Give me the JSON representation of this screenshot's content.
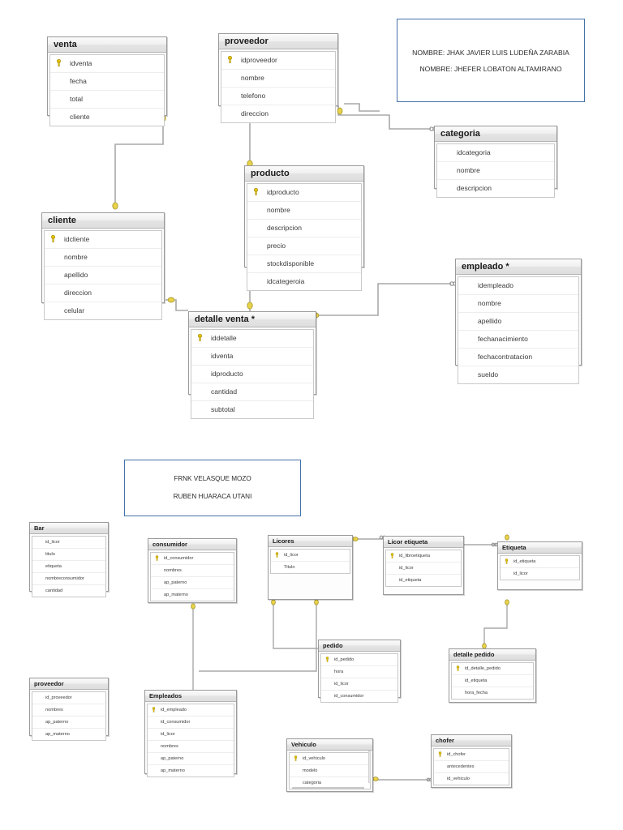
{
  "document": {
    "title": "Diagramas Entidad-Relacion",
    "page_background": "#ffffff",
    "accent_key_color": "#d9b300",
    "namebox_border_color": "#4472a8",
    "table_border_color": "#9a9a9a",
    "header_gradient_color": "#e4e4e4"
  },
  "diagram_top": {
    "name": "diagrama-ventas",
    "notes": [
      {
        "name": "nota-integrantes-1",
        "lines": [
          "NOMBRE: JHAK JAVIER LUIS LUDEÑA ZARABIA",
          "NOMBRE: JHEFER LOBATON ALTAMIRANO"
        ]
      }
    ],
    "tables": [
      {
        "name": "venta",
        "title": "venta",
        "fields": [
          {
            "label": "idventa",
            "primary_key": true
          },
          {
            "label": "fecha",
            "primary_key": false
          },
          {
            "label": "total",
            "primary_key": false
          },
          {
            "label": "cliente",
            "primary_key": false
          }
        ]
      },
      {
        "name": "proveedor",
        "title": "proveedor",
        "fields": [
          {
            "label": "idproveedor",
            "primary_key": true
          },
          {
            "label": "nombre",
            "primary_key": false
          },
          {
            "label": "telefono",
            "primary_key": false
          },
          {
            "label": "direccion",
            "primary_key": false
          }
        ]
      },
      {
        "name": "categoria",
        "title": "categoria",
        "fields": [
          {
            "label": "idcategoria",
            "primary_key": false
          },
          {
            "label": "nombre",
            "primary_key": false
          },
          {
            "label": "descripcion",
            "primary_key": false
          }
        ]
      },
      {
        "name": "producto",
        "title": "producto",
        "fields": [
          {
            "label": "idproducto",
            "primary_key": true
          },
          {
            "label": "nombre",
            "primary_key": false
          },
          {
            "label": "descripcion",
            "primary_key": false
          },
          {
            "label": "precio",
            "primary_key": false
          },
          {
            "label": "stockdisponible",
            "primary_key": false
          },
          {
            "label": "idcategeroia",
            "primary_key": false
          }
        ]
      },
      {
        "name": "cliente",
        "title": "cliente",
        "fields": [
          {
            "label": "idcliente",
            "primary_key": true
          },
          {
            "label": "nombre",
            "primary_key": false
          },
          {
            "label": "apellido",
            "primary_key": false
          },
          {
            "label": "direccion",
            "primary_key": false
          },
          {
            "label": "celular",
            "primary_key": false
          }
        ]
      },
      {
        "name": "detalle-venta",
        "title": "detalle venta *",
        "fields": [
          {
            "label": "iddetalle",
            "primary_key": true
          },
          {
            "label": "idventa",
            "primary_key": false
          },
          {
            "label": "idproducto",
            "primary_key": false
          },
          {
            "label": "cantidad",
            "primary_key": false
          },
          {
            "label": "subtotal",
            "primary_key": false
          }
        ]
      },
      {
        "name": "empleado",
        "title": "empleado *",
        "fields": [
          {
            "label": "idempleado",
            "primary_key": false
          },
          {
            "label": "nombre",
            "primary_key": false
          },
          {
            "label": "apellido",
            "primary_key": false
          },
          {
            "label": "fechanacimiento",
            "primary_key": false
          },
          {
            "label": "fechacontratacion",
            "primary_key": false
          },
          {
            "label": "sueldo",
            "primary_key": false
          }
        ]
      }
    ]
  },
  "diagram_bottom": {
    "name": "diagrama-bar",
    "notes": [
      {
        "name": "nota-integrantes-2",
        "lines": [
          "FRNK VELASQUE MOZO",
          "RUBEN HUARACA UTANI"
        ]
      }
    ],
    "tables": [
      {
        "name": "bar",
        "title": "Bar",
        "fields": [
          {
            "label": "id_licor",
            "primary_key": false
          },
          {
            "label": "titulo",
            "primary_key": false
          },
          {
            "label": "etiqueta",
            "primary_key": false
          },
          {
            "label": "nombreconsumidor",
            "primary_key": false
          },
          {
            "label": "cantidad",
            "primary_key": false
          }
        ]
      },
      {
        "name": "consumidor",
        "title": "consumidor",
        "fields": [
          {
            "label": "id_consumidor",
            "primary_key": true
          },
          {
            "label": "nombres",
            "primary_key": false
          },
          {
            "label": "ap_paterno",
            "primary_key": false
          },
          {
            "label": "ap_materno",
            "primary_key": false
          }
        ]
      },
      {
        "name": "licores",
        "title": "Licores",
        "fields": [
          {
            "label": "id_licor",
            "primary_key": true
          },
          {
            "label": "Titulo",
            "primary_key": false
          }
        ]
      },
      {
        "name": "licor-etiqueta",
        "title": "Licor etiqueta",
        "fields": [
          {
            "label": "id_libroetiqueta",
            "primary_key": true
          },
          {
            "label": "id_licor",
            "primary_key": false
          },
          {
            "label": "id_etiqueta",
            "primary_key": false
          }
        ]
      },
      {
        "name": "etiqueta",
        "title": "Etiqueta",
        "fields": [
          {
            "label": "id_etiqueta",
            "primary_key": true
          },
          {
            "label": "id_licor",
            "primary_key": false
          }
        ]
      },
      {
        "name": "pedido",
        "title": "pedido",
        "fields": [
          {
            "label": "id_pedido",
            "primary_key": true
          },
          {
            "label": "hora",
            "primary_key": false
          },
          {
            "label": "id_licor",
            "primary_key": false
          },
          {
            "label": "id_consumidor",
            "primary_key": false
          }
        ]
      },
      {
        "name": "detalle-pedido",
        "title": "detalle pedido",
        "fields": [
          {
            "label": "id_detalle_pedido",
            "primary_key": true
          },
          {
            "label": "id_etiqueta",
            "primary_key": false
          },
          {
            "label": "hora_fecha",
            "primary_key": false
          }
        ]
      },
      {
        "name": "proveedor-bar",
        "title": "proveedor",
        "fields": [
          {
            "label": "id_proveedor",
            "primary_key": false
          },
          {
            "label": "nombres",
            "primary_key": false
          },
          {
            "label": "ap_paterno",
            "primary_key": false
          },
          {
            "label": "ap_materno",
            "primary_key": false
          }
        ]
      },
      {
        "name": "empleados",
        "title": "Empleados",
        "fields": [
          {
            "label": "id_empleado",
            "primary_key": true
          },
          {
            "label": "id_consumidor",
            "primary_key": false
          },
          {
            "label": "id_licor",
            "primary_key": false
          },
          {
            "label": "nombres",
            "primary_key": false
          },
          {
            "label": "ap_paterno",
            "primary_key": false
          },
          {
            "label": "ap_materno",
            "primary_key": false
          }
        ]
      },
      {
        "name": "vehiculo",
        "title": "Vehiculo",
        "fields": [
          {
            "label": "id_vehiculo",
            "primary_key": true
          },
          {
            "label": "modelo",
            "primary_key": false
          },
          {
            "label": "categoria",
            "primary_key": false
          }
        ]
      },
      {
        "name": "chofer",
        "title": "chofer",
        "fields": [
          {
            "label": "id_chofer",
            "primary_key": true
          },
          {
            "label": "antecedentes",
            "primary_key": false
          },
          {
            "label": "id_vehiculo",
            "primary_key": false
          }
        ]
      }
    ]
  }
}
